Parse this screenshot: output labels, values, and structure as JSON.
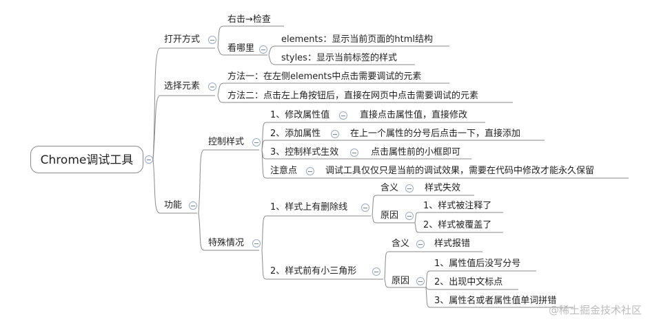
{
  "root": "Chrome调试工具",
  "open": {
    "label": "打开方式",
    "right_click": "右击→检查",
    "where": "看哪里",
    "elements": "elements：显示当前页面的html结构",
    "styles": "styles：显示当前标签的样式"
  },
  "select": {
    "label": "选择元素",
    "way1": "方法一：在左侧elements中点击需要调试的元素",
    "way2": "方法二：点击左上角按钮后，直接在网页中点击需要调试的元素"
  },
  "func": {
    "label": "功能",
    "control": {
      "label": "控制样式",
      "modify": "1、修改属性值",
      "modify_desc": "直接点击属性值，直接修改",
      "add": "2、添加属性",
      "add_desc": "在上一个属性的分号后点击一下，直接添加",
      "toggle": "3、控制样式生效",
      "toggle_desc": "点击属性前的小框即可",
      "note": "注意点",
      "note_desc": "调试工具仅仅只是当前的调试效果，需要在代码中修改才能永久保留"
    },
    "special": {
      "label": "特殊情况",
      "strike": {
        "label": "1、样式上有删除线",
        "meaning": "含义",
        "meaning_desc": "样式失效",
        "reason": "原因",
        "r1": "1、样式被注释了",
        "r2": "2、样式被覆盖了"
      },
      "triangle": {
        "label": "2、样式前有小三角形",
        "meaning": "含义",
        "meaning_desc": "样式报错",
        "reason": "原因",
        "r1": "1、属性值后没写分号",
        "r2": "2、出现中文标点",
        "r3": "3、属性名或者属性值单词拼错"
      }
    }
  },
  "watermark": "@稀土掘金技术社区"
}
